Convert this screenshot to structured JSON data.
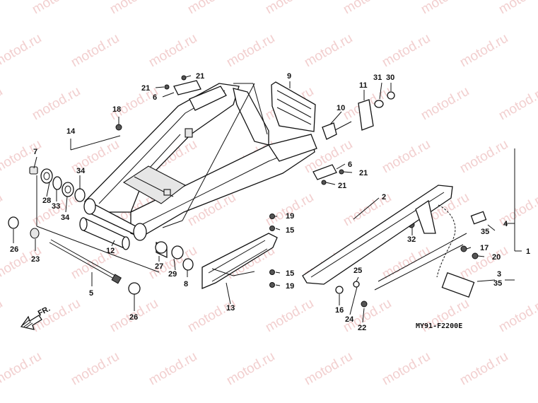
{
  "watermark": {
    "text": "motod.ru",
    "color": "#f2cfcf"
  },
  "diagram_code": "MY91-F2200E",
  "direction_label": "FR.",
  "callouts": {
    "c1": "1",
    "c2": "2",
    "c3": "3",
    "c4": "4",
    "c5": "5",
    "c6a": "6",
    "c6b": "6",
    "c7": "7",
    "c8": "8",
    "c9": "9",
    "c10": "10",
    "c11": "11",
    "c12": "12",
    "c13": "13",
    "c14": "14",
    "c15a": "15",
    "c15b": "15",
    "c16": "16",
    "c17": "17",
    "c18": "18",
    "c19a": "19",
    "c19b": "19",
    "c20": "20",
    "c21a": "21",
    "c21b": "21",
    "c21c": "21",
    "c21d": "21",
    "c22": "22",
    "c23": "23",
    "c24": "24",
    "c25": "25",
    "c26a": "26",
    "c26b": "26",
    "c27": "27",
    "c28": "28",
    "c29": "29",
    "c30": "30",
    "c31": "31",
    "c32": "32",
    "c33": "33",
    "c34a": "34",
    "c34b": "34",
    "c35a": "35",
    "c35b": "35"
  }
}
